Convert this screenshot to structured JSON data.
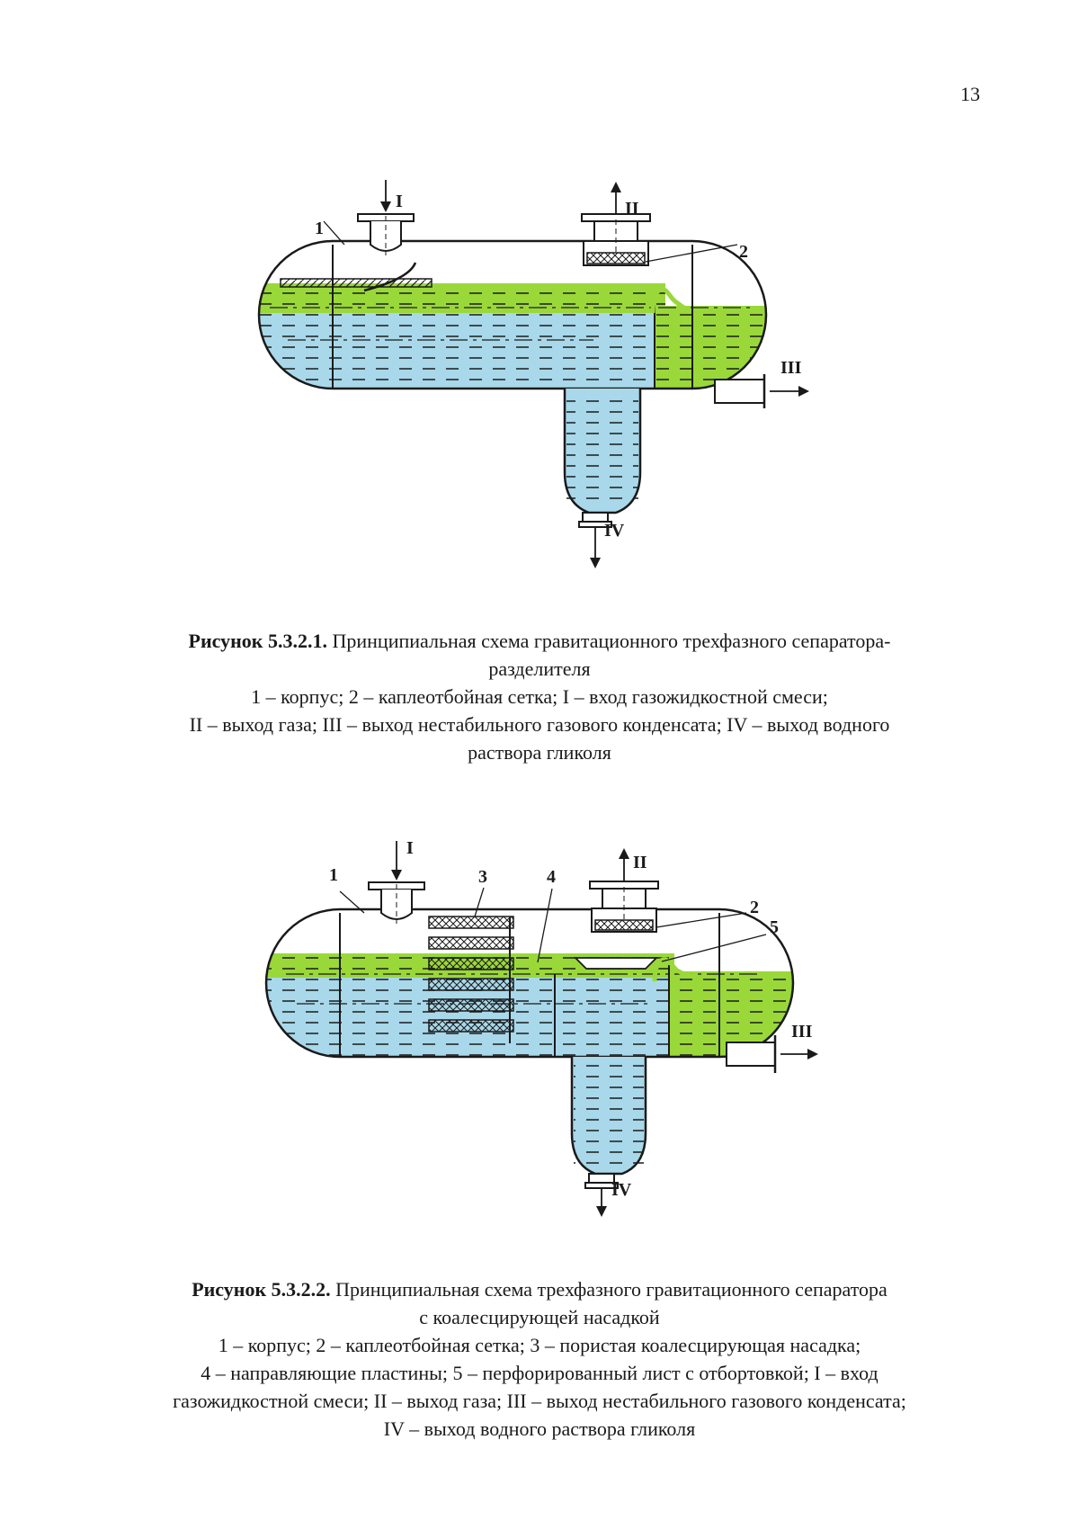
{
  "page": {
    "number": "13"
  },
  "figure1": {
    "caption_title": "Рисунок 5.3.2.1.",
    "caption_line1": "Принципиальная схема гравитационного трехфазного сепаратора-",
    "caption_line2": "разделителя",
    "caption_line3": "1 – корпус; 2 – каплеотбойная сетка; I – вход газожидкостной смеси;",
    "caption_line4": "II – выход газа; III – выход нестабильного газового конденсата; IV – выход водного",
    "caption_line5": "раствора гликоля",
    "labels": {
      "inlet": "I",
      "gas_out": "II",
      "condensate_out": "III",
      "glycol_out": "IV",
      "body": "1",
      "mesh": "2"
    }
  },
  "figure2": {
    "caption_title": "Рисунок 5.3.2.2.",
    "caption_line1": "Принципиальная схема трехфазного гравитационного сепаратора",
    "caption_line2": "с коалесцирующей насадкой",
    "caption_line3": "1 – корпус; 2 – каплеотбойная сетка; 3 – пористая коалесцирующая насадка;",
    "caption_line4": "4 – направляющие пластины; 5 – перфорированный лист с отбортовкой; I – вход",
    "caption_line5": "газожидкостной смеси; II – выход газа; III – выход нестабильного газового конденсата;",
    "caption_line6": "IV – выход водного раствора гликоля",
    "labels": {
      "inlet": "I",
      "gas_out": "II",
      "condensate_out": "III",
      "glycol_out": "IV",
      "body": "1",
      "mesh": "2",
      "coalescer": "3",
      "plates": "4",
      "perforated_sheet": "5"
    }
  },
  "colors": {
    "condensate": "#9ad83a",
    "water": "#a8d8ea",
    "line": "#1a1a1a"
  }
}
